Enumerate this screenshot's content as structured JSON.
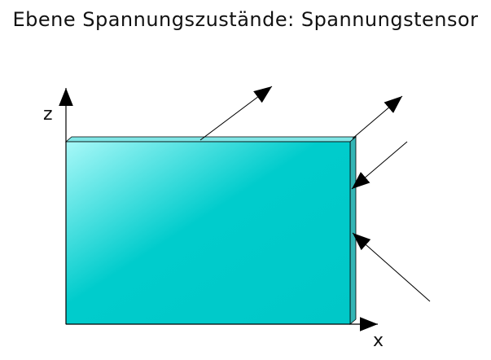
{
  "title": "Ebene Spannungszustände: Spannungstensor",
  "axes": {
    "z_label": "z",
    "x_label": "x"
  },
  "colors": {
    "plate_front_light": "#9ff6f6",
    "plate_front": "#00cccc",
    "plate_side": "#33b5b5",
    "plate_top": "#7fe5e5",
    "outline": "#000000"
  }
}
